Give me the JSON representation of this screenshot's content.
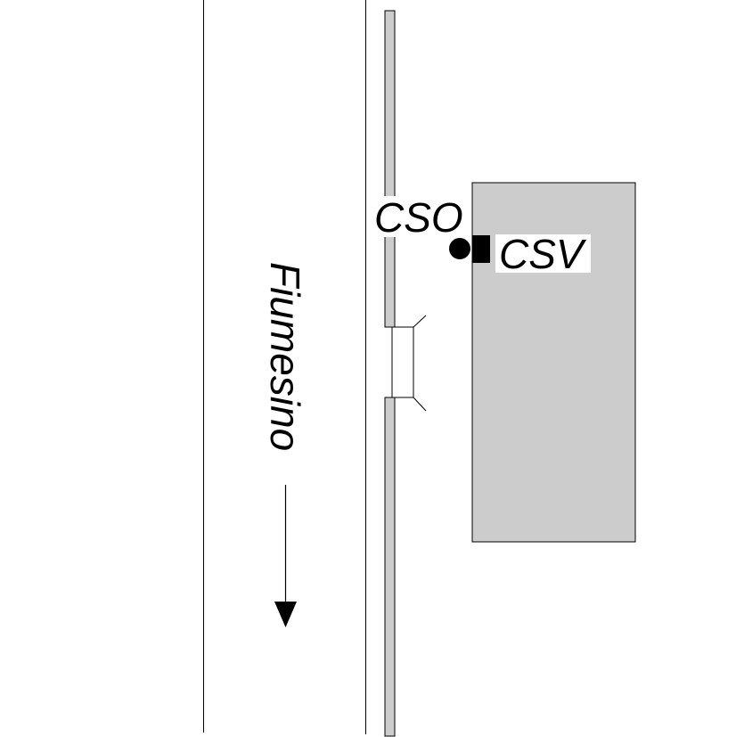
{
  "labels": {
    "river": "Fiumesino",
    "cso": "CSO",
    "csv": "CSV"
  },
  "colors": {
    "line": "#000000",
    "bank": "#cccccc",
    "building": "#cccccc",
    "background": "#ffffff",
    "label_bg": "#ffffff"
  }
}
